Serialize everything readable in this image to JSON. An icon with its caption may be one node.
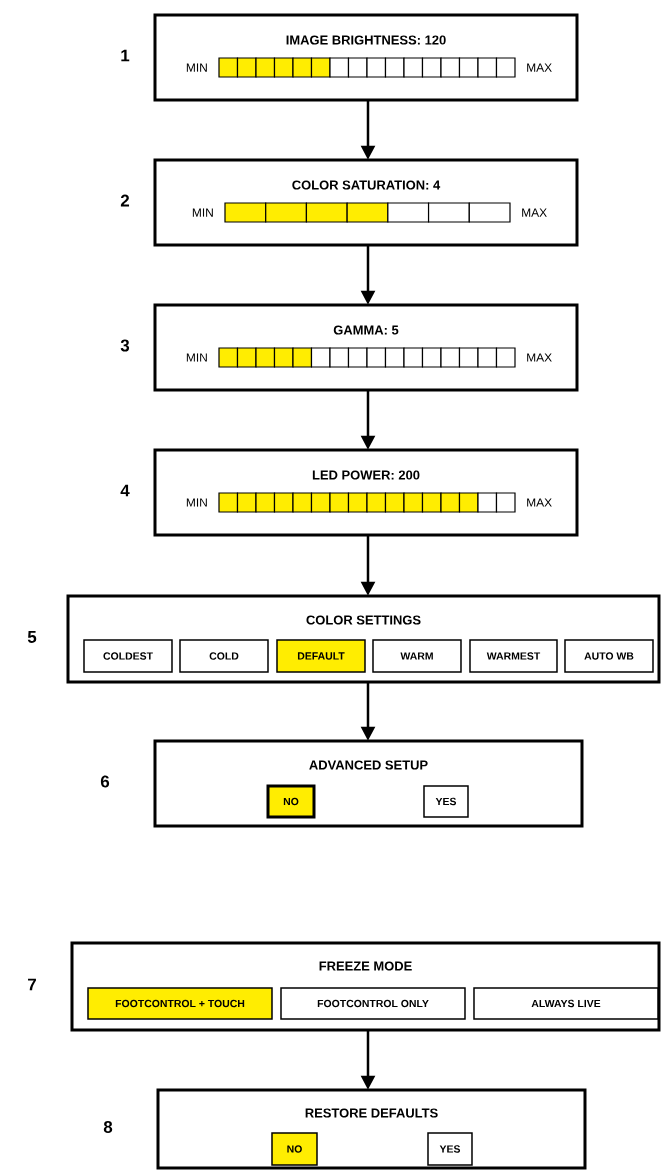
{
  "diagram": {
    "nodes": [
      {
        "text": [
          "IMAGE BRIGHTNESS: 120"
        ],
        "beside": [
          "1"
        ]
      },
      {
        "text": [],
        "shape": "bar",
        "in": 0,
        "beside": [
          "MIN",
          "MAX"
        ]
      },
      {
        "text": [
          "COLOR SATURATION: 4"
        ],
        "beside": [
          "2"
        ]
      },
      {
        "text": [],
        "shape": "bar",
        "in": 2,
        "beside": [
          "MIN",
          "MAX"
        ]
      },
      {
        "text": [
          "GAMMA: 5"
        ],
        "beside": [
          "3"
        ]
      },
      {
        "text": [],
        "shape": "bar",
        "in": 4,
        "beside": [
          "MIN",
          "MAX"
        ]
      },
      {
        "text": [
          "LED POWER: 200"
        ],
        "beside": [
          "4"
        ]
      },
      {
        "text": [],
        "shape": "bar",
        "in": 6,
        "beside": [
          "MIN",
          "MAX"
        ]
      },
      {
        "text": [
          "COLOR SETTINGS"
        ],
        "beside": [
          "5"
        ]
      },
      {
        "text": [
          "COLDEST"
        ],
        "in": 8
      },
      {
        "text": [
          "COLD"
        ],
        "in": 8
      },
      {
        "text": [
          "DEFAULT"
        ],
        "in": 8
      },
      {
        "text": [
          "WARM"
        ],
        "in": 8
      },
      {
        "text": [
          "WARMEST"
        ],
        "in": 8
      },
      {
        "text": [
          "AUTO WB"
        ],
        "in": 8
      },
      {
        "text": [
          "ADVANCED SETUP"
        ],
        "beside": [
          "6"
        ]
      },
      {
        "text": [
          "NO"
        ],
        "in": 15
      },
      {
        "text": [
          "YES"
        ],
        "in": 15
      },
      {
        "text": [
          "FREEZE MODE"
        ],
        "beside": [
          "7"
        ]
      },
      {
        "text": [
          "FOOTCONTROL + TOUCH"
        ],
        "in": 18
      },
      {
        "text": [
          "FOOTCONTROL ONLY"
        ],
        "in": 18
      },
      {
        "text": [
          "ALWAYS LIVE"
        ],
        "in": 18
      },
      {
        "text": [
          "RESTORE DEFAULTS"
        ],
        "beside": [
          "8"
        ]
      },
      {
        "text": [
          "NO"
        ],
        "in": 22
      },
      {
        "text": [
          "YES"
        ],
        "in": 22
      }
    ],
    "edges": [
      {
        "from": 0,
        "to": 2,
        "arrow": "to"
      },
      {
        "from": 2,
        "to": 4,
        "arrow": "to"
      },
      {
        "from": 4,
        "to": 6,
        "arrow": "to"
      },
      {
        "from": 6,
        "to": 8,
        "arrow": "to"
      },
      {
        "from": 8,
        "to": 15,
        "arrow": "to"
      },
      {
        "from": 18,
        "to": 22,
        "arrow": "to"
      }
    ]
  }
}
